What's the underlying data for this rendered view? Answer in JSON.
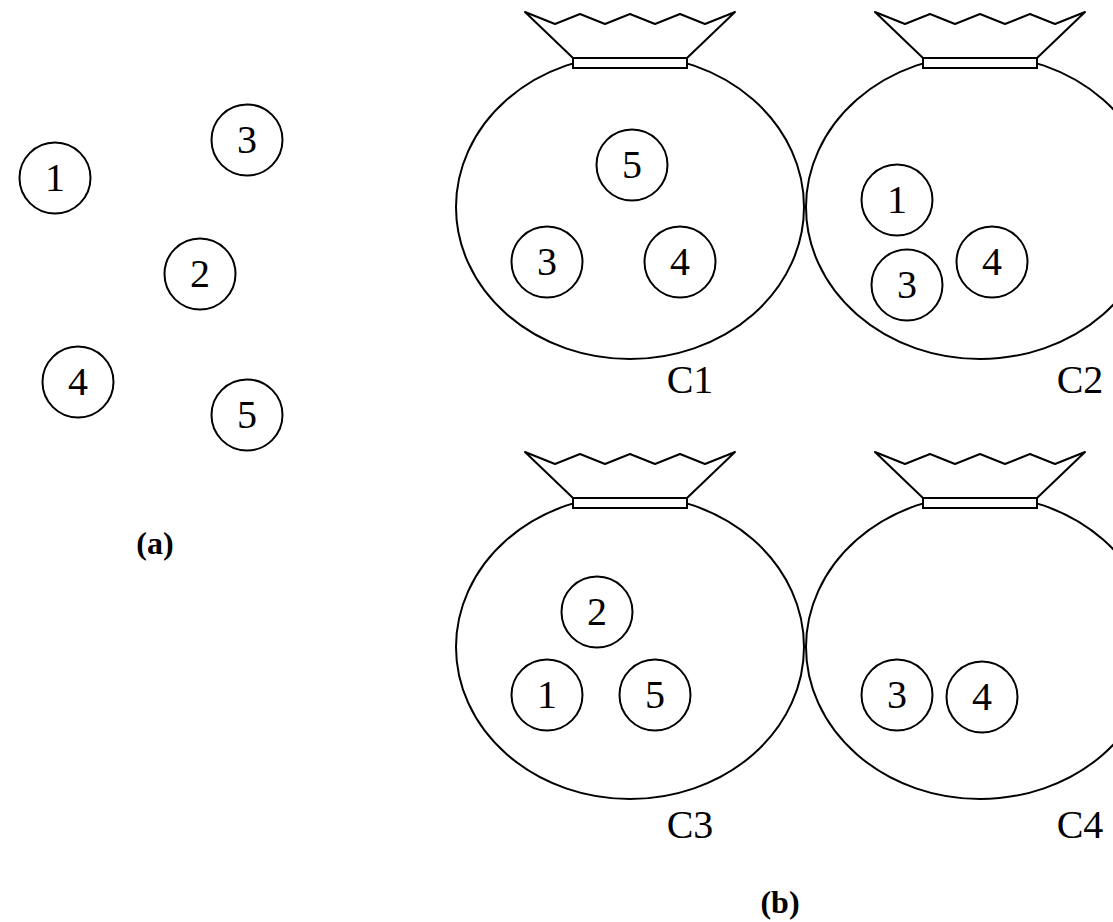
{
  "diagram": {
    "nodes": [
      {
        "text": [
          "1"
        ]
      },
      {
        "text": [
          "2"
        ]
      },
      {
        "text": [
          "3"
        ]
      },
      {
        "text": [
          "4"
        ]
      },
      {
        "text": [
          "5"
        ]
      },
      {
        "text": [
          "C1"
        ]
      },
      {
        "text": [
          "5"
        ],
        "in": 5
      },
      {
        "text": [
          "3"
        ],
        "in": 5
      },
      {
        "text": [
          "4"
        ],
        "in": 5
      },
      {
        "text": [
          "C2"
        ]
      },
      {
        "text": [
          "1"
        ],
        "in": 9
      },
      {
        "text": [
          "3"
        ],
        "in": 9
      },
      {
        "text": [
          "4"
        ],
        "in": 9
      },
      {
        "text": [
          "C3"
        ]
      },
      {
        "text": [
          "2"
        ],
        "in": 13
      },
      {
        "text": [
          "1"
        ],
        "in": 13
      },
      {
        "text": [
          "5"
        ],
        "in": 13
      },
      {
        "text": [
          "C4"
        ]
      },
      {
        "text": [
          "3"
        ],
        "in": 17
      },
      {
        "text": [
          "4"
        ],
        "in": 17
      }
    ],
    "labels": [
      "(a)",
      "(b)"
    ]
  }
}
